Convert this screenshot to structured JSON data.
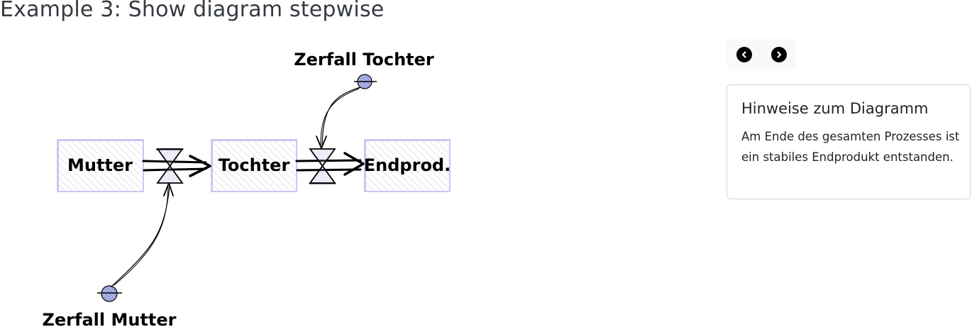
{
  "page": {
    "title": "Example 3: Show diagram stepwise"
  },
  "diagram": {
    "stocks": [
      "Mutter",
      "Tochter",
      "Endprod."
    ],
    "clouds": [
      "Zerfall Mutter",
      "Zerfall Tochter"
    ],
    "colors": {
      "stock_border": "#b7b5f2",
      "stock_hatch": "#e2e2ee",
      "cloud_fill": "#aab2e6",
      "ink": "#000000"
    }
  },
  "navigation": {
    "prev_icon": "chevron-left-circle-icon",
    "next_icon": "chevron-right-circle-icon"
  },
  "notes": {
    "title": "Hinweise zum Diagramm",
    "text": "Am Ende des gesamten Prozesses ist ein stabiles Endprodukt entstanden."
  }
}
